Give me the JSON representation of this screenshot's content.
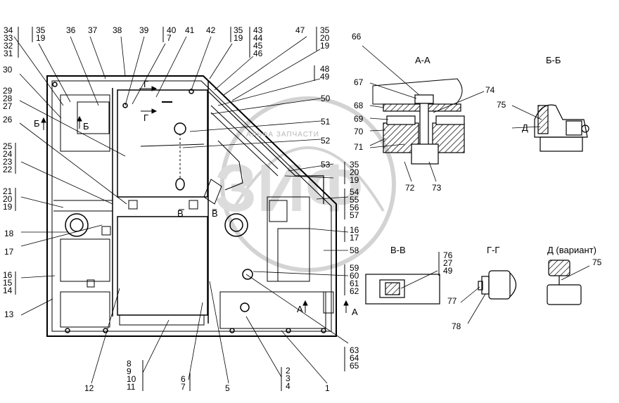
{
  "sections": {
    "aa": "А-А",
    "bb": "Б-Б",
    "vv": "В-В",
    "gg": "Г-Г",
    "d_variant": "Д  (вариант)"
  },
  "markers": {
    "b_left": "Б",
    "b_inner": "Б",
    "g_top": "Г",
    "g_mid": "Г",
    "v_left": "В",
    "v_right": "В",
    "a_inner": "А",
    "a_right": "А",
    "d_bb": "Д"
  },
  "watermark": "АЛЬФА   ЗАПЧАСТИ",
  "callouts": {
    "c34": "34\n33\n32\n31",
    "c35a": "35\n19",
    "c36": "36",
    "c37": "37",
    "c38": "38",
    "c39": "39",
    "c40": "40\n7",
    "c41": "41",
    "c42": "42",
    "c35b": "35\n19",
    "c43": "43\n44\n45\n46",
    "c47": "47",
    "c35c": "35\n20\n19",
    "c30": "30",
    "c29": "29\n28\n27",
    "c26": "26",
    "c25": "25\n24\n23\n22",
    "c21": "21\n20\n19",
    "c18": "18",
    "c17": "17",
    "c16": "16\n15\n14",
    "c13": "13",
    "c12": "12",
    "c8": "8\n9\n10\n11",
    "c6": "6\n7",
    "c5": "5",
    "c2": "2\n3\n4",
    "c1": "1",
    "c48": "48\n49",
    "c50": "50",
    "c51": "51",
    "c52": "52",
    "c53": "53",
    "c35d": "35\n20\n19",
    "c54": "54\n55\n56\n57",
    "c16r": "16\n17",
    "c58": "58",
    "c59": "59\n60\n61\n62",
    "c63": "63\n64\n65",
    "c66": "66",
    "c67": "67",
    "c68": "68",
    "c69": "69",
    "c70": "70",
    "c71": "71",
    "c74": "74",
    "c72": "72",
    "c73": "73",
    "c75a": "75",
    "c75b": "75",
    "c76": "76\n27\n49",
    "c77": "77",
    "c78": "78"
  }
}
